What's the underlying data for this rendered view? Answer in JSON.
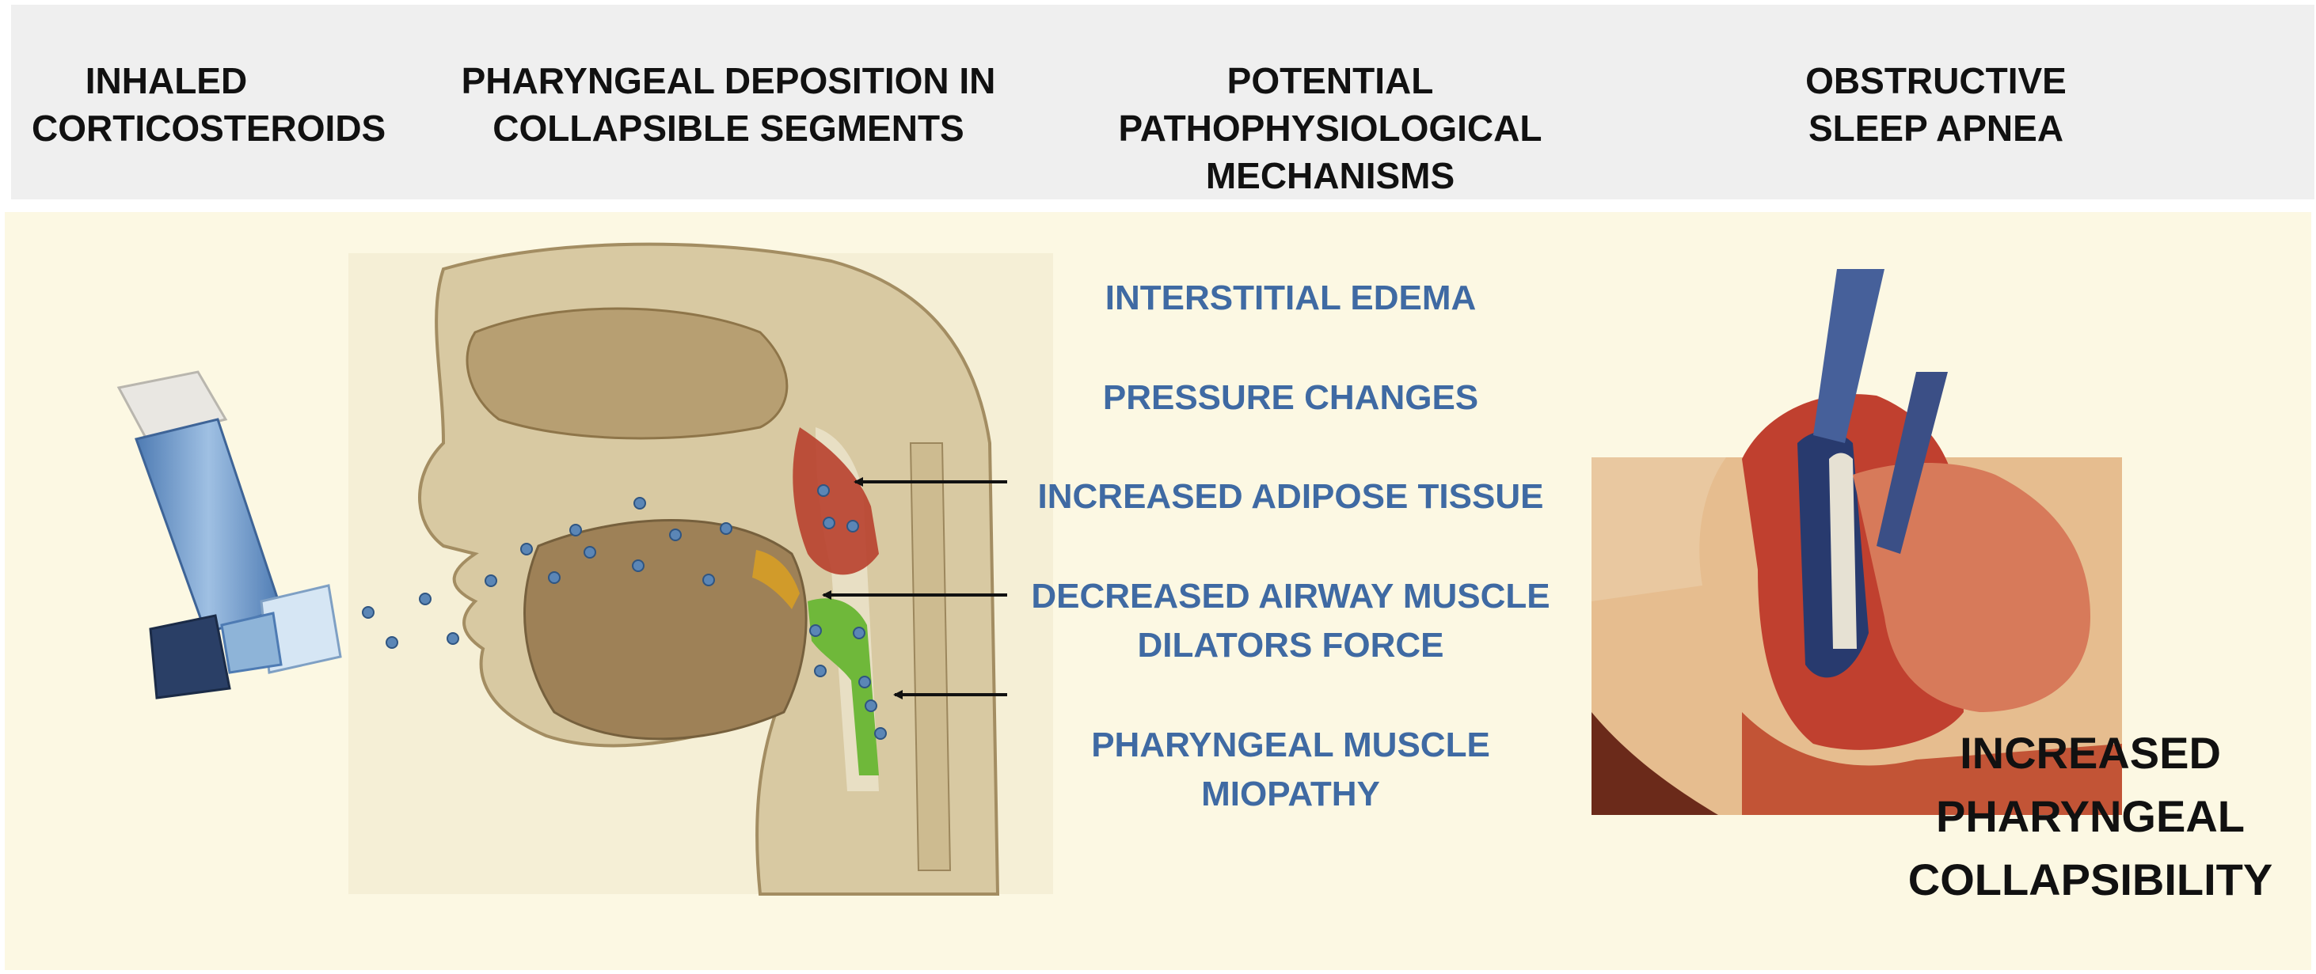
{
  "header": {
    "columns": [
      {
        "label": "INHALED\nCORTICOSTEROIDS"
      },
      {
        "label": "PHARYNGEAL DEPOSITION IN\nCOLLAPSIBLE  SEGMENTS"
      },
      {
        "label": "POTENTIAL PATHOPHYSIOLOGICAL\nMECHANISMS"
      },
      {
        "label": "OBSTRUCTIVE\nSLEEP APNEA"
      }
    ]
  },
  "mechanisms": [
    {
      "label": "INTERSTITIAL EDEMA"
    },
    {
      "label": "PRESSURE CHANGES"
    },
    {
      "label": "INCREASED ADIPOSE TISSUE"
    },
    {
      "label": "DECREASED AIRWAY MUSCLE\nDILATORS FORCE"
    },
    {
      "label": "PHARYNGEAL MUSCLE\nMIOPATHY"
    }
  ],
  "result": {
    "label": "INCREASED\nPHARYNGEAL\nCOLLAPSIBILITY"
  },
  "icons": {
    "inhaler": "inhaler-illustration",
    "head_section": "pharynx-sagittal-illustration",
    "osa_profile": "sleep-apnea-profile-illustration"
  },
  "colors": {
    "header_bg": "#efefef",
    "panel_bg": "#fcf8e3",
    "mechanism_text": "#3f6aa3",
    "deposition_red": "#b8402d",
    "deposition_green": "#6fb83a",
    "particle_blue": "#5b86b6"
  }
}
